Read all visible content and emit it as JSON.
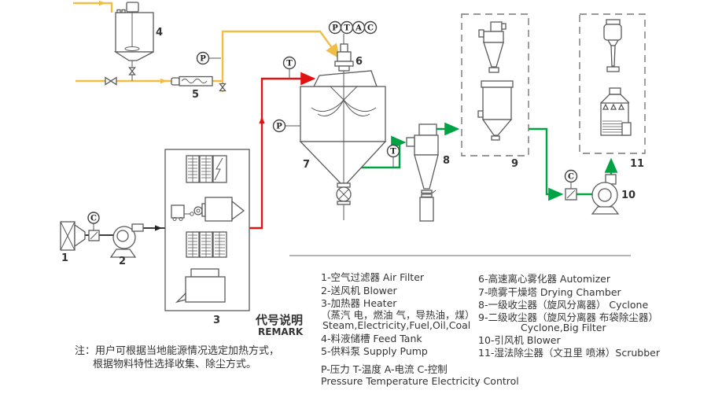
{
  "colors": {
    "feed": "#F0BE45",
    "hot": "#E01212",
    "exh": "#00A344",
    "outline": "#5A5A5A",
    "text": "#333333"
  },
  "gauges": {
    "p": "P",
    "t": "T",
    "a": "A",
    "c": "C"
  },
  "tags": {
    "t1": "1",
    "t2": "2",
    "t3": "3",
    "t4": "4",
    "t5": "5",
    "t6": "6",
    "t7": "7",
    "t8": "8",
    "t9": "9",
    "t10": "10",
    "t11": "11"
  },
  "legend": {
    "remark_cn": "代号说明",
    "remark_en": "REMARK",
    "left": [
      "1-空气过滤器 Air Filter",
      "2-送风机 Blower",
      "3-加热器 Heater",
      "（蒸汽 电，燃油 气，导热油，煤）",
      "Steam,Electricity,Fuel,Oil,Coal",
      "4-料液储槽 Feed Tank",
      "5-供料泵  Supply Pump"
    ],
    "right": [
      "6-高速离心雾化器  Automizer",
      "7-喷雾干燥塔    Drying Chamber",
      "8-一级收尘器（旋风分离器） Cyclone",
      "9-二级收尘器（旋风分离器 布袋除尘器）",
      "Cyclone,Big Filter",
      "10-引风机  Blower",
      "11-湿法除尘器（文丑里 喷淋）Scrubber"
    ],
    "abbrev_cn": "P-压力    T-温度    A-电流    C-控制",
    "abbrev_en": "Pressure Temperature Electricity Control"
  },
  "note": {
    "line1": "注：用户可根据当地能源情况选定加热方式，",
    "line2": "根据物料特性选择收集、除尘方式。"
  }
}
